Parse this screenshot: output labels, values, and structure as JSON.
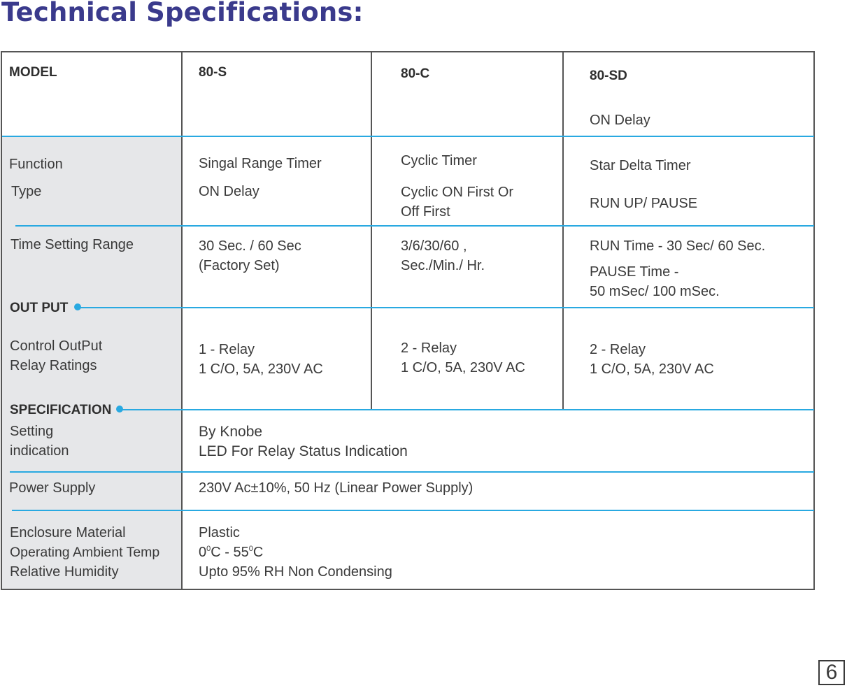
{
  "title": "Technical Specifications:",
  "header": {
    "model_label": "MODEL",
    "models": [
      "80-S",
      "80-C",
      "80-SD"
    ],
    "model_sub_sd": "ON Delay"
  },
  "labels": {
    "function": "Function",
    "type": "Type",
    "time_setting_range": "Time Setting Range",
    "output_section": "OUT PUT",
    "control_output": "Control OutPut",
    "relay_ratings": "Relay Ratings",
    "spec_section": "SPECIFICATION",
    "setting": "Setting",
    "indication": "indication",
    "power_supply": "Power Supply",
    "enclosure_material": "Enclosure Material",
    "operating_temp": "Operating Ambient Temp",
    "relative_humidity": "Relative Humidity"
  },
  "s80": {
    "function": "Singal Range Timer",
    "type": "ON Delay",
    "range_1": "30 Sec. / 60 Sec",
    "range_2": "(Factory Set)",
    "output_1": "1 - Relay",
    "output_2": "1 C/O,  5A, 230V AC"
  },
  "c80": {
    "function": "Cyclic Timer",
    "type_1": "Cyclic ON First Or",
    "type_2": "Off First",
    "range_1": "3/6/30/60 ,",
    "range_2": "Sec./Min./ Hr.",
    "output_1": "2 - Relay",
    "output_2": "1 C/O,  5A, 230V AC"
  },
  "sd80": {
    "function": "Star Delta Timer",
    "type": "RUN UP/ PAUSE",
    "range_1": "RUN Time - 30 Sec/ 60 Sec.",
    "range_2": "PAUSE Time -",
    "range_3": "50 mSec/ 100 mSec.",
    "output_1": "2 - Relay",
    "output_2": "1 C/O,  5A, 230V AC"
  },
  "common": {
    "setting": "By Knobe",
    "indication": "LED For Relay Status Indication",
    "power_supply": "230V Ac±10%, 50 Hz (Linear Power Supply)",
    "enclosure": "Plastic",
    "temp_low": "0",
    "temp_low_unit": "C - 55",
    "temp_high_unit": "C",
    "temp_degree": "0",
    "humidity": "Upto 95% RH Non Condensing"
  },
  "page_number": "6"
}
